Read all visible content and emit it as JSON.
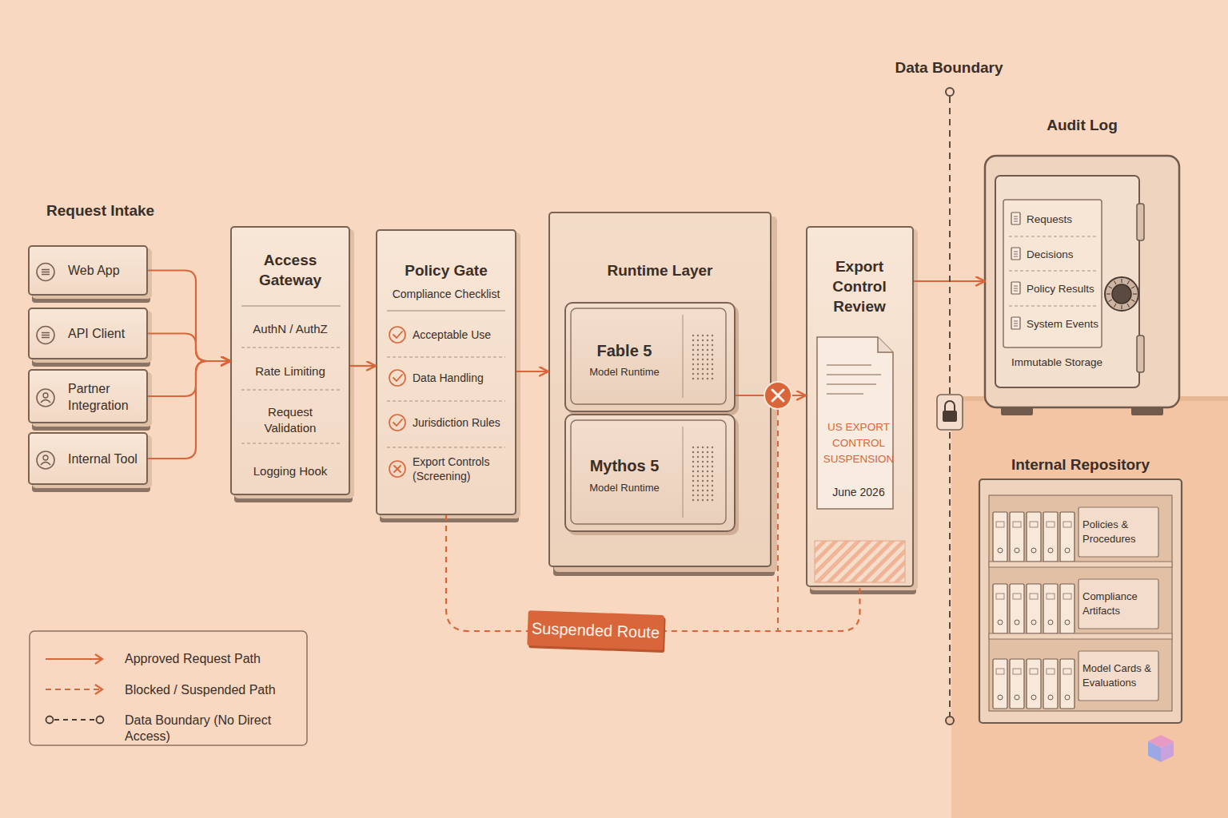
{
  "diagram": {
    "nodes": [
      {
        "text": [
          "Web App"
        ]
      },
      {
        "text": [
          "API Client"
        ]
      },
      {
        "text": [
          "Partner Integration"
        ]
      },
      {
        "text": [
          "Internal Tool"
        ]
      },
      {
        "text": [
          "Access Gateway",
          "AuthN / AuthZ",
          "Rate Limiting",
          "Request Validation",
          "Logging Hook"
        ]
      },
      {
        "text": [
          "Policy Gate",
          "Compliance Checklist",
          "Acceptable Use",
          "Data Handling",
          "Jurisdiction Rules",
          "Export Controls (Screening)"
        ]
      },
      {
        "text": [
          "Runtime Layer"
        ]
      },
      {
        "text": [
          "Fable 5",
          "Model Runtime"
        ],
        "in": 6
      },
      {
        "text": [
          "Mythos 5",
          "Model Runtime"
        ],
        "in": 6
      },
      {
        "text": [
          "Export Control Review",
          "US EXPORT CONTROL SUSPENSION",
          "June 2026"
        ]
      },
      {
        "text": [
          "Audit Log",
          "Requests",
          "Decisions",
          "Policy Results",
          "System Events",
          "Immutable Storage"
        ]
      },
      {
        "text": [
          "Internal Repository",
          "Policies & Procedures",
          "Compliance Artifacts",
          "Model Cards & Evaluations"
        ]
      }
    ],
    "edges": [
      {
        "from": 0,
        "to": 4,
        "arrow": "to"
      },
      {
        "from": 1,
        "to": 4,
        "arrow": "to"
      },
      {
        "from": 2,
        "to": 4,
        "arrow": "to"
      },
      {
        "from": 3,
        "to": 4,
        "arrow": "to"
      },
      {
        "from": 4,
        "to": 5,
        "arrow": "to"
      },
      {
        "from": 5,
        "to": 6,
        "arrow": "to"
      },
      {
        "from": 7,
        "to": 9,
        "arrow": "to"
      },
      {
        "from": 5,
        "to": 9,
        "label": "Suspended Route",
        "arrow": "none"
      },
      {
        "from": 9,
        "to": 10,
        "arrow": "to"
      }
    ],
    "labels": [
      "Request Intake",
      "Data Boundary"
    ],
    "legend": [
      {
        "text": "Approved Request Path"
      },
      {
        "text": "Blocked / Suspended Path"
      },
      {
        "text": "Data Boundary (No Direct Access)"
      }
    ]
  }
}
